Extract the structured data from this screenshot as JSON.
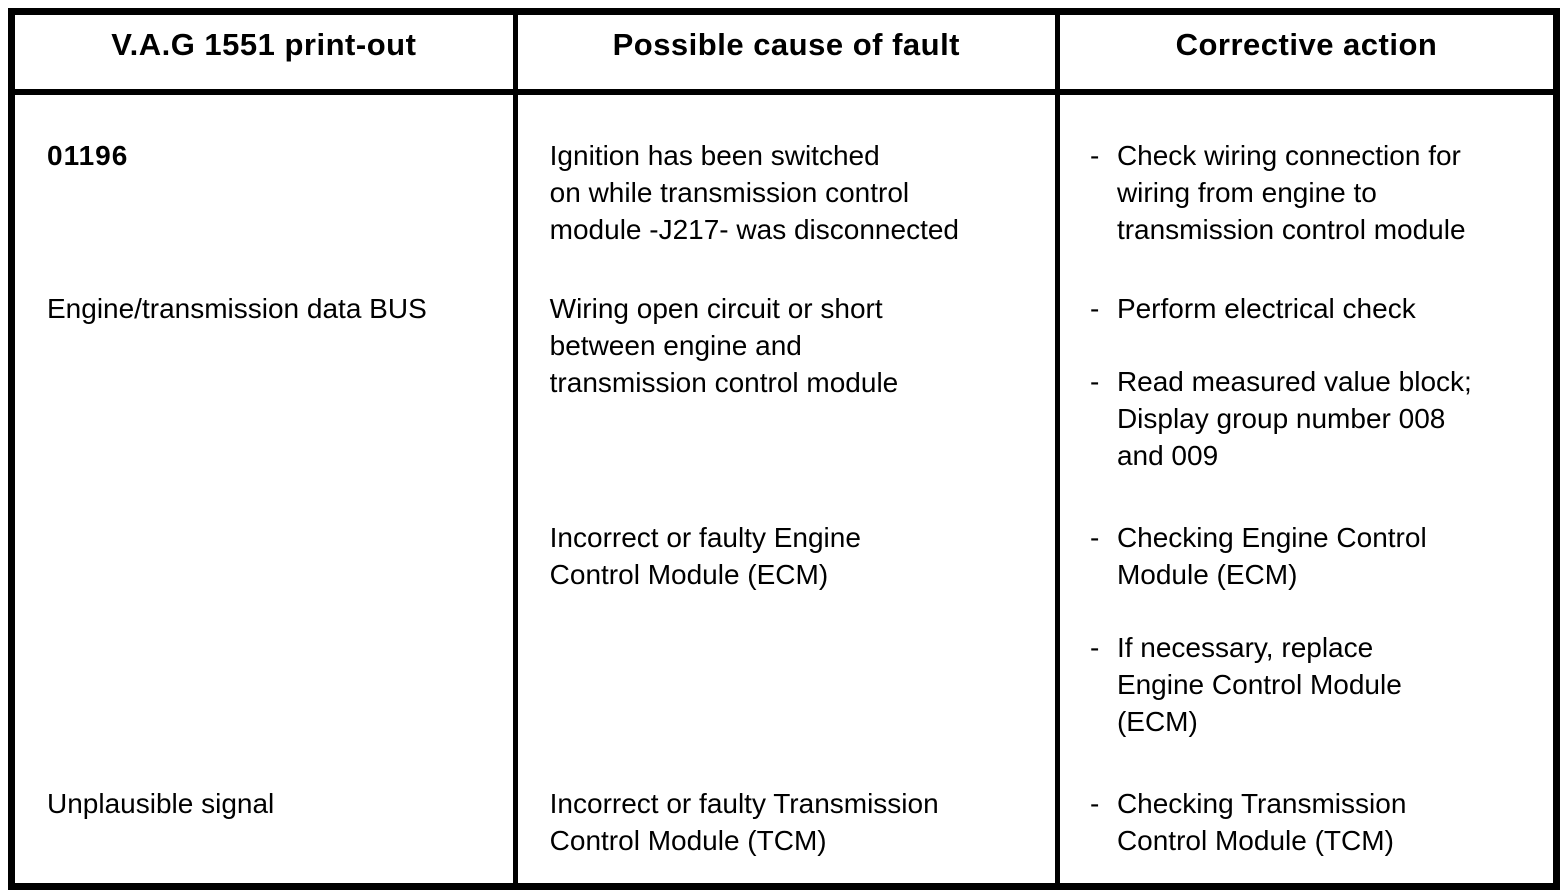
{
  "table": {
    "dash": "-",
    "header": {
      "printout": "V.A.G 1551 print-out",
      "cause": "Possible cause of fault",
      "action": "Corrective action"
    },
    "rows": [
      {
        "printout": "01196",
        "cause": "Ignition has been switched\non while transmission control\nmodule -J217- was disconnected",
        "actions": [
          "Check wiring connection for\nwiring from engine to\ntransmission control module"
        ]
      },
      {
        "printout": "Engine/transmission data BUS",
        "cause": "Wiring open circuit or short\nbetween engine and\ntransmission control module",
        "actions": [
          "Perform electrical check",
          "Read measured value block;\nDisplay group number 008\nand 009"
        ]
      },
      {
        "printout": "",
        "cause": "Incorrect or faulty Engine\nControl Module (ECM)",
        "actions": [
          "Checking Engine Control\nModule (ECM)",
          "If necessary, replace\nEngine Control Module\n(ECM)"
        ]
      },
      {
        "printout": "Unplausible signal",
        "cause": "Incorrect or faulty Transmission\nControl Module (TCM)",
        "actions": [
          "Checking Transmission\nControl Module (TCM)"
        ]
      }
    ]
  }
}
